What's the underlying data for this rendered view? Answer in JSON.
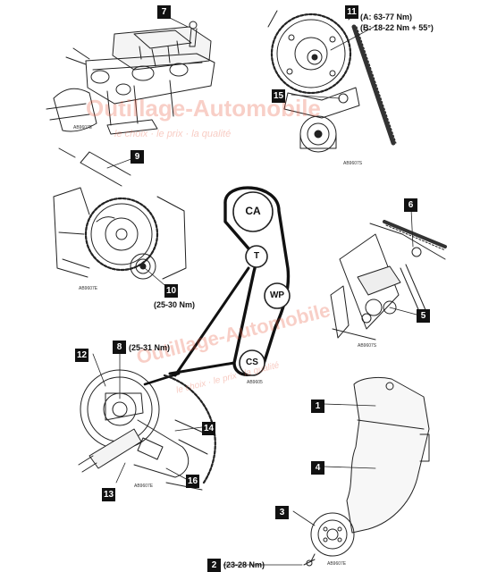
{
  "callouts": {
    "c1": "1",
    "c2": "2",
    "c3": "3",
    "c4": "4",
    "c5": "5",
    "c6": "6",
    "c7": "7",
    "c8": "8",
    "c9": "9",
    "c10": "10",
    "c11": "11",
    "c12": "12",
    "c13": "13",
    "c14": "14",
    "c15": "15",
    "c16": "16"
  },
  "specs": {
    "spec_11_a": "(A: 63-77 Nm)",
    "spec_11_b": "(B: 18-22 Nm + 55°)",
    "spec_10": "(25-30 Nm)",
    "spec_8": "(25-31 Nm)",
    "spec_2": "(23-28 Nm)"
  },
  "pulleys": {
    "ca": "CA",
    "t": "T",
    "wp": "WP",
    "cs": "CS"
  },
  "figure_codes": {
    "top_left": "AB9607E",
    "top_right": "AB9607S",
    "mid_left": "AB9607E",
    "mid_right": "AB9607S",
    "center": "AB9605",
    "bottom_left": "AB9607E",
    "bottom_right": "AB9607E"
  },
  "watermark": {
    "brand": "Outillage-Automobile",
    "tagline": "le choix · le prix · la qualité"
  }
}
